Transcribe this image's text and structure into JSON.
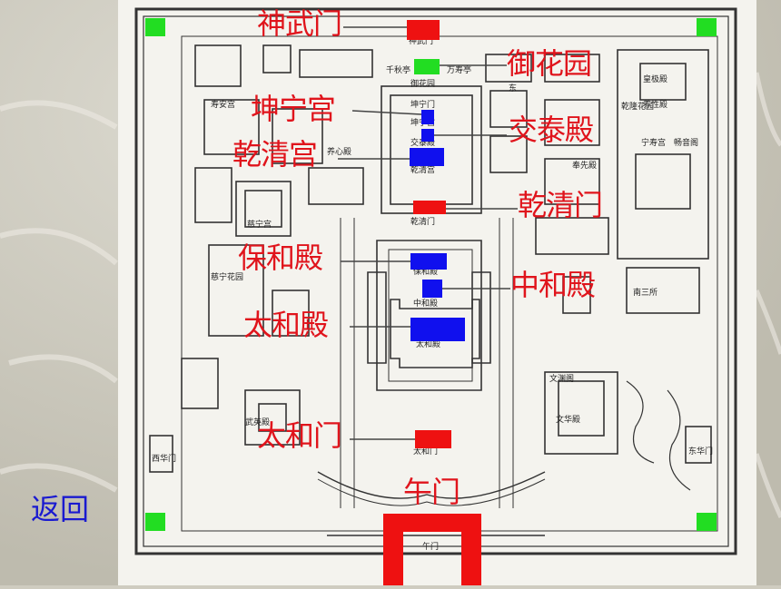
{
  "nav": {
    "back_label": "返回"
  },
  "labels": {
    "shenwumen": "神武门",
    "yuhuayuan": "御花园",
    "kunninggong": "坤宁宫",
    "jiaotaidian": "交泰殿",
    "qianqinggong": "乾清宫",
    "qianqingmen": "乾清门",
    "baohedian": "保和殿",
    "zhonghedian": "中和殿",
    "taihedian": "太和殿",
    "taihemen": "太和门",
    "wumen": "午门"
  },
  "map_text": {
    "shenwumen": "神武门",
    "qianqiu": "千秋亭",
    "wanshou": "万寿亭",
    "yuhuayuan": "御花园",
    "kunningmen": "坤宁门",
    "kunninggong": "坤宁宫",
    "jiaotaidian": "交泰殿",
    "qianqinggong": "乾清宫",
    "qianqingmen": "乾清门",
    "yangxindian": "养心殿",
    "shouangong": "寿安宫",
    "cininggong": "慈宁宫",
    "ciningyuan": "慈宁花园",
    "baohedian": "保和殿",
    "zhonghedian": "中和殿",
    "taihedian": "太和殿",
    "taihemen": "太和门",
    "wumen": "午门",
    "wuyingdian": "武英殿",
    "wenhuadian": "文华殿",
    "wenyuange": "文渊阁",
    "dong": "东",
    "huangjidian": "皇极殿",
    "yangxingdian": "养性殿",
    "qianlonghuayuan": "乾隆花园",
    "ningshougong": "宁寿宫",
    "changyinge": "畅音阁",
    "fengxiandian": "奉先殿",
    "nansansuo": "南三所",
    "xihuamen": "西华门",
    "donghuamen": "东华门"
  },
  "colors": {
    "gate": "#ee1111",
    "hall": "#1010ee",
    "corner_tower": "#22dd22",
    "label_text": "#e0141c",
    "back_text": "#1a1ad0"
  }
}
